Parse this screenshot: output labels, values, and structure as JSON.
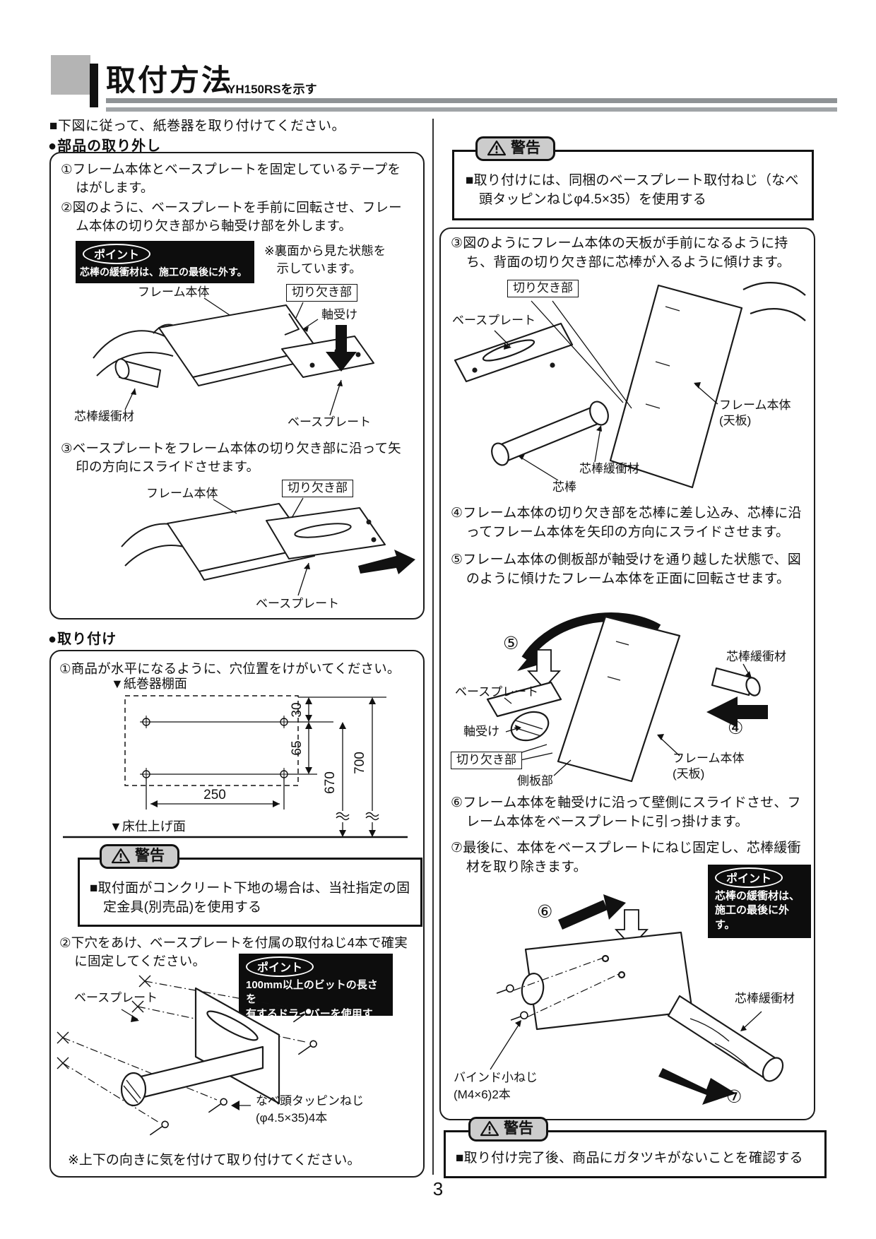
{
  "page_number": "3",
  "header": {
    "title": "取付方法",
    "subtitle": "YH150RSを示す"
  },
  "intro": "■下図に従って、紙巻器を取り付けてください。",
  "colors": {
    "rule_gray": "#8f9396",
    "tab_gray": "#cccccc",
    "point_black": "#0d0d0d",
    "square_gray": "#b4b4b4"
  },
  "removal": {
    "heading": "●部品の取り外し",
    "step1": "①フレーム本体とベースプレートを固定しているテープをはがします。",
    "step2": "②図のように、ベースプレートを手前に回転させ、フレーム本体の切り欠き部から軸受け部を外します。",
    "point": {
      "label": "ポイント",
      "text": "芯棒の緩衝材は、施工の最後に外す。"
    },
    "note_line1": "※裏面から見た状態を",
    "note_line2": "示しています。",
    "fig1": {
      "frame": "フレーム本体",
      "notch": "切り欠き部",
      "bearing": "軸受け",
      "cushion": "芯棒緩衝材",
      "baseplate": "ベースプレート"
    },
    "step3": "③ベースプレートをフレーム本体の切り欠き部に沿って矢印の方向にスライドさせます。",
    "fig2": {
      "frame": "フレーム本体",
      "notch": "切り欠き部",
      "baseplate": "ベースプレート"
    }
  },
  "install": {
    "heading": "●取り付け",
    "step1": "①商品が水平になるように、穴位置をけがいてください。",
    "diagram": {
      "shelf": "紙巻器棚面",
      "floor": "床仕上げ面",
      "dim_30": "30",
      "dim_65": "65",
      "dim_250": "250",
      "dim_670": "670",
      "dim_700": "700"
    },
    "warning": {
      "label": "警告",
      "text": "■取付面がコンクリート下地の場合は、当社指定の固定金具(別売品)を使用する"
    },
    "step2": "②下穴をあけ、ベースプレートを付属の取付ねじ4本で確実に固定してください。",
    "point": {
      "label": "ポイント",
      "line1": "100mm以上のビットの長さを",
      "line2": "有するドライバーを使用する。"
    },
    "fig3": {
      "baseplate": "ベースプレート",
      "screw": "なべ頭タッピンねじ",
      "screw_qty": "(φ4.5×35)4本"
    },
    "note": "※上下の向きに気を付けて取り付けてください。"
  },
  "mount": {
    "warning_top": {
      "label": "警告",
      "text": "■取り付けには、同梱のベースプレート取付ねじ（なべ頭タッピンねじφ4.5×35）を使用する"
    },
    "step3": "③図のようにフレーム本体の天板が手前になるように持ち、背面の切り欠き部に芯棒が入るように傾けます。",
    "fig4": {
      "notch": "切り欠き部",
      "baseplate": "ベースプレート",
      "frame": "フレーム本体",
      "frame_sub": "(天板)",
      "cushion": "芯棒緩衝材",
      "rod": "芯棒"
    },
    "step4": "④フレーム本体の切り欠き部を芯棒に差し込み、芯棒に沿ってフレーム本体を矢印の方向にスライドさせます。",
    "step5": "⑤フレーム本体の側板部が軸受けを通り越した状態で、図のように傾けたフレーム本体を正面に回転させます。",
    "fig5": {
      "num5": "⑤",
      "num4": "④",
      "cushion": "芯棒緩衝材",
      "baseplate": "ベースプレート",
      "bearing": "軸受け",
      "notch": "切り欠き部",
      "side_plate": "側板部",
      "frame": "フレーム本体",
      "frame_sub": "(天板)"
    },
    "step6": "⑥フレーム本体を軸受けに沿って壁側にスライドさせ、フレーム本体をベースプレートに引っ掛けます。",
    "step7": "⑦最後に、本体をベースプレートにねじ固定し、芯棒緩衝材を取り除きます。",
    "point": {
      "label": "ポイント",
      "line1": "芯棒の緩衝材は、",
      "line2": "施工の最後に外す。"
    },
    "fig6": {
      "num6": "⑥",
      "num7": "⑦",
      "screw": "バインド小ねじ",
      "screw_qty": "(M4×6)2本",
      "cushion": "芯棒緩衝材"
    },
    "warning_bottom": {
      "label": "警告",
      "text": "■取り付け完了後、商品にガタツキがないことを確認する"
    }
  }
}
